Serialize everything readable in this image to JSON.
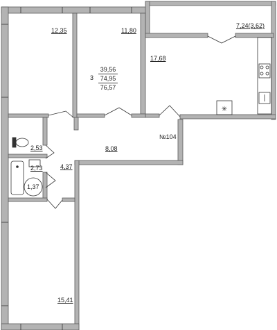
{
  "plan": {
    "apartment_no": "№104",
    "summary": {
      "rooms": "3",
      "areas": [
        "39,56",
        "74,95",
        "76,57"
      ]
    },
    "rooms": {
      "bedroom_top_left": "12,35",
      "bedroom_top_middle": "11,80",
      "kitchen": "17,68",
      "balcony": "7,24(3,62)",
      "hall": "8,08",
      "corridor": "4,37",
      "wc": "2,53",
      "bathroom": "2,73",
      "bathroom_circle": "1,37",
      "bedroom_bottom": "15,41"
    },
    "colors": {
      "wall": "#b3b3b3",
      "wall_edge": "#5a5a5a",
      "line": "#333333",
      "bg": "#ffffff"
    },
    "icons": [
      "toilet-icon",
      "sink-icon",
      "bathtub-icon",
      "stove-icon",
      "kitchen-sink-icon",
      "ventilation-icon"
    ]
  }
}
